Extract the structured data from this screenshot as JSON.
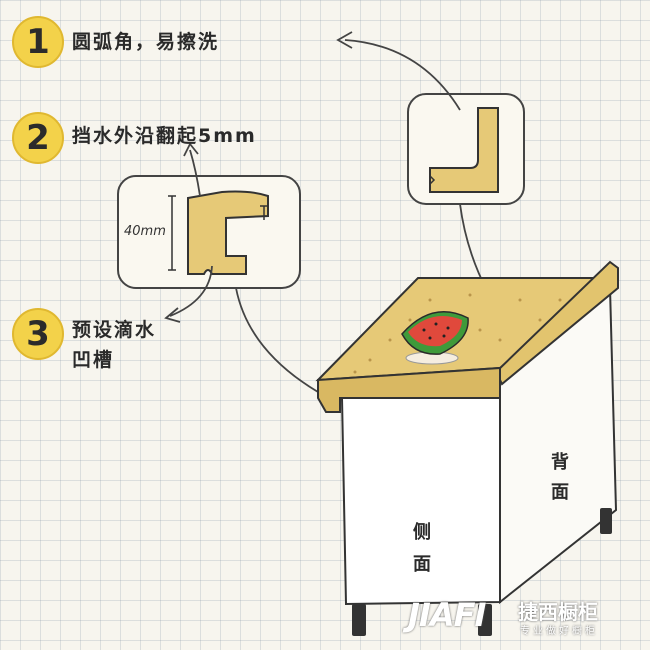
{
  "steps": [
    {
      "number": "1",
      "text": "圆弧角，易擦洗"
    },
    {
      "number": "2",
      "text": "挡水外沿翻起5mm"
    },
    {
      "number": "3",
      "line1": "预设滴水",
      "line2": "凹槽"
    }
  ],
  "dimension_label": "40mm",
  "faces": {
    "back": [
      "背",
      "面"
    ],
    "side": [
      "侧",
      "面"
    ]
  },
  "brand": {
    "logo": "JIAFI",
    "name_cn": "捷西橱柜",
    "slogan": "专业做好橱柜"
  },
  "colors": {
    "countertop": "#e6c977",
    "badge": "#f3d24a",
    "cabinet": "#ffffff",
    "watermelon_flesh": "#e0493c",
    "watermelon_rind": "#3f9a3a"
  },
  "icons": [
    "watermelon-icon",
    "arrow-icon",
    "cabinet-leg-icon"
  ]
}
